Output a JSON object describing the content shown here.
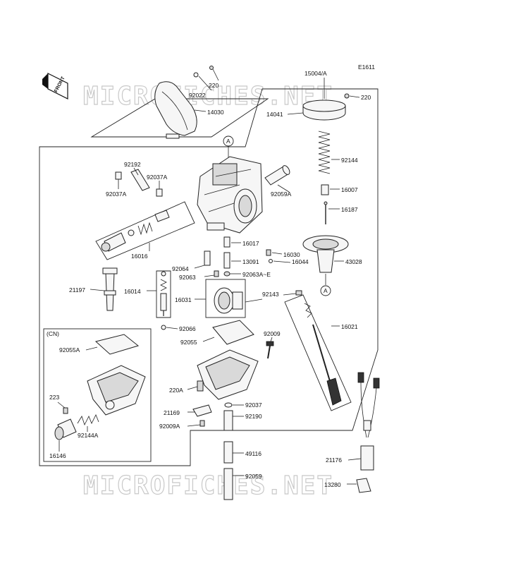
{
  "diagram_code": "E1611",
  "watermark": "MICROFICHES.NET",
  "front_tag": "FRONT",
  "variant_box_label": "(CN)",
  "callout_letter": "A",
  "labels": {
    "p220_top": "220",
    "p92022": "92022",
    "p14030": "14030",
    "p15004A": "15004/A",
    "p220_cap": "220",
    "p14041": "14041",
    "p92192": "92192",
    "p92037A_r": "92037A",
    "p92037A_l": "92037A",
    "p92144": "92144",
    "p92059A": "92059A",
    "p16007": "16007",
    "p16187": "16187",
    "p16016": "16016",
    "p16017": "16017",
    "p16030": "16030",
    "p16044": "16044",
    "p13091": "13091",
    "p43028": "43028",
    "p92064": "92064",
    "p92063": "92063",
    "p92063AE": "92063A~E",
    "p21197": "21197",
    "p16014": "16014",
    "p16031": "16031",
    "p92143": "92143",
    "p16021": "16021",
    "p92066": "92066",
    "p92009": "92009",
    "p92055": "92055",
    "p92055A": "92055A",
    "p223": "223",
    "p92144A": "92144A",
    "p16146": "16146",
    "p220A": "220A",
    "p92037": "92037",
    "p21169": "21169",
    "p92190": "92190",
    "p92009A": "92009A",
    "p49116": "49116",
    "p92059": "92059",
    "p21176": "21176",
    "p13280": "13280"
  }
}
